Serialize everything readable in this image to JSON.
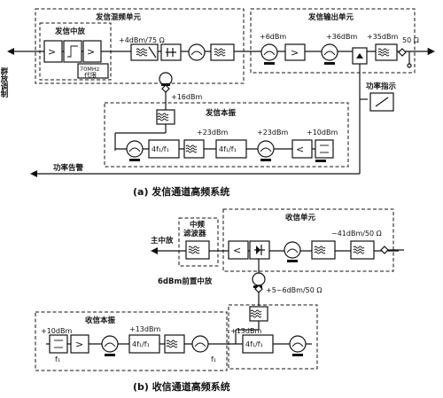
{
  "captions": {
    "a": "(a) 发信通道高频系统",
    "b": "(b) 收信通道高频系统"
  },
  "tx": {
    "mod_unit": "发信混频单元",
    "if_amp": "发信中放",
    "delay_70m": "70MHz",
    "delay_word": "代限",
    "group_mod": "群放调制",
    "out_unit": "发信输出单元",
    "local_osc": "发信本振",
    "power_ind": "功率指示",
    "power_alarm": "功率告警",
    "lvl_4": "+4dBm/75 Ω",
    "lvl_6": "+6dBm",
    "lvl_36": "+36dBm",
    "lvl_35": "+35dBm",
    "imp_50": "50 Ω",
    "lvl_16": "+16dBm",
    "lvl_23a": "+23dBm",
    "lvl_23b": "+23dBm",
    "lvl_10": "+10dBm",
    "mult": "4f₁/f₁"
  },
  "rx": {
    "main_if": "主中放",
    "if_filter_1": "中频",
    "if_filter_2": "滤波器",
    "rx_unit": "收信单元",
    "lvl_m41": "−41dBm/50 Ω",
    "preamp": "6dBm前置中放",
    "lvl_5_6": "+5~6dBm/50 Ω",
    "local_osc": "收信本振",
    "lvl_10": "+10dBm",
    "lvl_13a": "+13dBm",
    "lvl_13b": "+13dBm",
    "mult": "4f₁/f₁",
    "f1": "f₁"
  }
}
